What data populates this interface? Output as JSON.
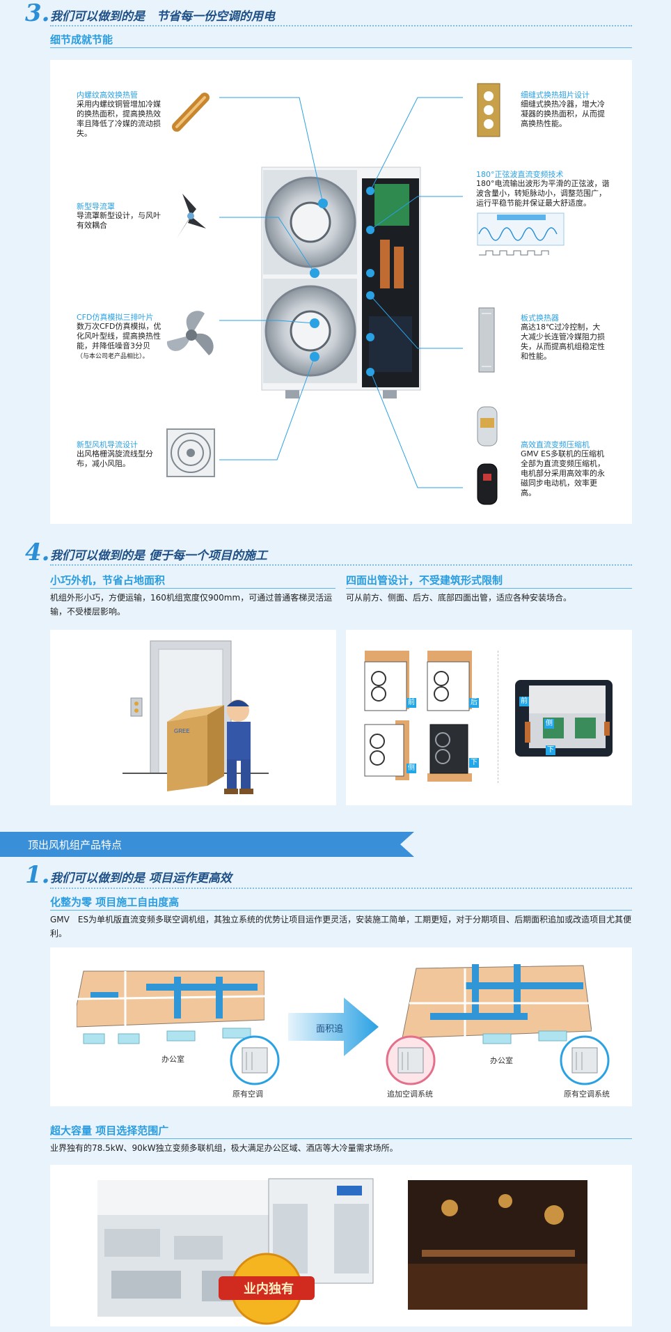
{
  "s3": {
    "num": "3.",
    "title": "我们可以做到的是　节省每一份空调的用电",
    "sub": "细节成就节能",
    "features": [
      {
        "title": "内螺纹高效换热管",
        "text": "采用内螺纹铜管增加冷媒的换热面积，提高换热效率且降低了冷媒的流动损失。"
      },
      {
        "title": "新型导流罩",
        "text": "导流罩新型设计，与风叶有效耦合"
      },
      {
        "title": "CFD仿真模拟三排叶片",
        "text": "数万次CFD仿真模拟，优化风叶型线，提高换热性能，并降低噪音3分贝",
        "note": "（与本公司老产品相比）。"
      },
      {
        "title": "新型风机导流设计",
        "text": "出风格栅涡旋流线型分布，减小风阻。"
      },
      {
        "title": "细缝式换热翅片设计",
        "text": "细缝式换热冷器，增大冷凝器的换热面积，从而提高换热性能。"
      },
      {
        "title": "180°正弦波直流变频技术",
        "text": "180°电流输出波形为平滑的正弦波，谐波含量小，转矩脉动小，调整范围广，运行平稳节能并保证最大舒适度。"
      },
      {
        "title": "板式换热器",
        "text": "高达18℃过冷控制，大大减少长连管冷媒阻力损失，从而提高机组稳定性和性能。"
      },
      {
        "title": "高效直流变频压缩机",
        "text": "GMV ES多联机的压缩机全部为直流变频压缩机，电机部分采用高效率的永磁同步电动机，效率更高。"
      }
    ]
  },
  "s4": {
    "num": "4.",
    "title": "我们可以做到的是 便于每一个项目的施工",
    "left_sub": "小巧外机，节省占地面积",
    "left_text": "机组外形小巧，方便运输，160机组宽度仅900mm，可通过普通客梯灵活运输，不受楼层影响。",
    "right_sub": "四面出管设计，不受建筑形式限制",
    "right_text": "可从前方、侧面、后方、底部四面出管，适应各种安装场合。",
    "tags": [
      "前",
      "后",
      "侧",
      "下",
      "前",
      "侧",
      "下"
    ],
    "brand": "GREE"
  },
  "banner": "顶出风机组产品特点",
  "s1": {
    "num": "1.",
    "title": "我们可以做到的是 项目运作更高效",
    "sub1": "化整为零 项目施工自由度高",
    "text1": "GMV　ES为单机版直流变频多联空调机组，其独立系统的优势让项目运作更灵活，安装施工简单，工期更短，对于分期项目、后期面积追加或改造项目尤其便利。",
    "arrow_label": "面积追",
    "office_left": "办公室",
    "orig_ac": "原有空调",
    "office_right": "办公室",
    "added_sys": "追加空调系统",
    "orig_sys": "原有空调系统",
    "sub2": "超大容量 项目选择范围广",
    "text2": "业界独有的78.5kW、90kW独立变频多联机组，极大满足办公区域、酒店等大冷量需求场所。",
    "badge": "业内独有"
  },
  "colors": {
    "accent": "#2a9de0",
    "title": "#1d4f86",
    "banner": "#3a90d8",
    "bg": "#e9f3fb"
  }
}
